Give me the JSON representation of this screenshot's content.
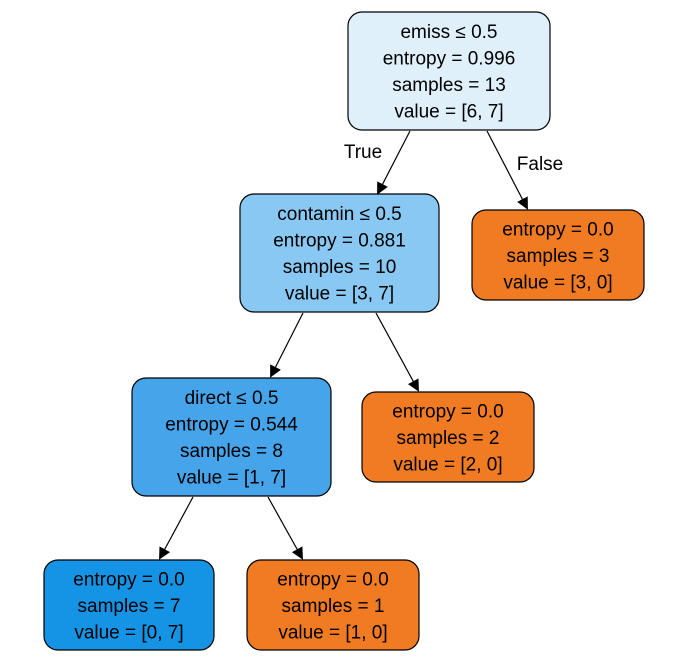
{
  "colors": {
    "light_blue": "#e0f0fb",
    "mid_blue": "#88c8f2",
    "blue": "#45a4ea",
    "deep_blue": "#1593e5",
    "orange": "#f07b22"
  },
  "nodes": [
    {
      "id": "root",
      "lines": [
        "emiss ≤ 0.5",
        "entropy = 0.996",
        "samples = 13",
        "value = [6, 7]"
      ],
      "color": "#e0f0fb"
    },
    {
      "id": "contamin",
      "lines": [
        "contamin ≤ 0.5",
        "entropy = 0.881",
        "samples = 10",
        "value = [3, 7]"
      ],
      "color": "#88c8f2"
    },
    {
      "id": "leaf-right-1",
      "lines": [
        "entropy = 0.0",
        "samples = 3",
        "value = [3, 0]"
      ],
      "color": "#f07b22"
    },
    {
      "id": "direct",
      "lines": [
        "direct ≤ 0.5",
        "entropy = 0.544",
        "samples = 8",
        "value = [1, 7]"
      ],
      "color": "#45a4ea"
    },
    {
      "id": "leaf-right-2",
      "lines": [
        "entropy = 0.0",
        "samples = 2",
        "value = [2, 0]"
      ],
      "color": "#f07b22"
    },
    {
      "id": "leaf-left-3",
      "lines": [
        "entropy = 0.0",
        "samples = 7",
        "value = [0, 7]"
      ],
      "color": "#1593e5"
    },
    {
      "id": "leaf-right-3",
      "lines": [
        "entropy = 0.0",
        "samples = 1",
        "value = [1, 0]"
      ],
      "color": "#f07b22"
    }
  ],
  "edges": [
    {
      "from": "root",
      "to": "contamin",
      "label": "True"
    },
    {
      "from": "root",
      "to": "leaf-right-1",
      "label": "False"
    },
    {
      "from": "contamin",
      "to": "direct",
      "label": ""
    },
    {
      "from": "contamin",
      "to": "leaf-right-2",
      "label": ""
    },
    {
      "from": "direct",
      "to": "leaf-left-3",
      "label": ""
    },
    {
      "from": "direct",
      "to": "leaf-right-3",
      "label": ""
    }
  ]
}
